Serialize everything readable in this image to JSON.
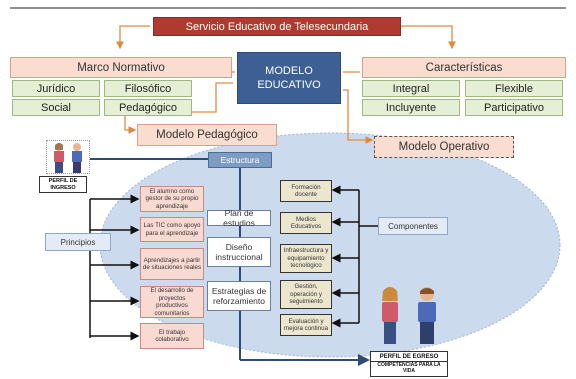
{
  "top": {
    "title": "Servicio Educativo de Telesecundaria",
    "modelo_educativo": "MODELO EDUCATIVO",
    "marco_normativo": "Marco Normativo",
    "marco_items": [
      "Jurídico",
      "Filosófico",
      "Social",
      "Pedagógico"
    ],
    "caracteristicas": "Características",
    "caracteristicas_items": [
      "Integral",
      "Flexible",
      "Incluyente",
      "Participativo"
    ],
    "modelo_pedagogico": "Modelo Pedagógico",
    "modelo_operativo": "Modelo Operativo"
  },
  "ingreso": {
    "label": "PERFIL DE INGRESO"
  },
  "estructura": "Estructura",
  "center_items": [
    "Plan de estudios",
    "Diseño instruccional",
    "Estrategias de reforzamiento"
  ],
  "principios": {
    "label": "Principios",
    "items": [
      "El alumno como gestor de su propio aprendizaje",
      "Las TIC como apoyo para el aprendizaje",
      "Aprendizajes a partir de situaciones reales",
      "El desarrollo de proyectos productivos comunitarios",
      "El trabajo colaborativo"
    ]
  },
  "componentes": {
    "label": "Componentes",
    "items": [
      "Formación docente",
      "Medios Educativos",
      "Infraestructura y equipamiento tecnológico",
      "Gestión, operación y seguimiento",
      "Evaluación y mejora continua"
    ]
  },
  "egreso": {
    "label": "PERFIL DE EGRESO",
    "sub": "COMPETENCIAS PARA LA VIDA"
  },
  "colors": {
    "title": "#b03a30",
    "blue": "#3d5f94",
    "orange_arrow": "#e08a40",
    "oval": "#b9cde6"
  }
}
